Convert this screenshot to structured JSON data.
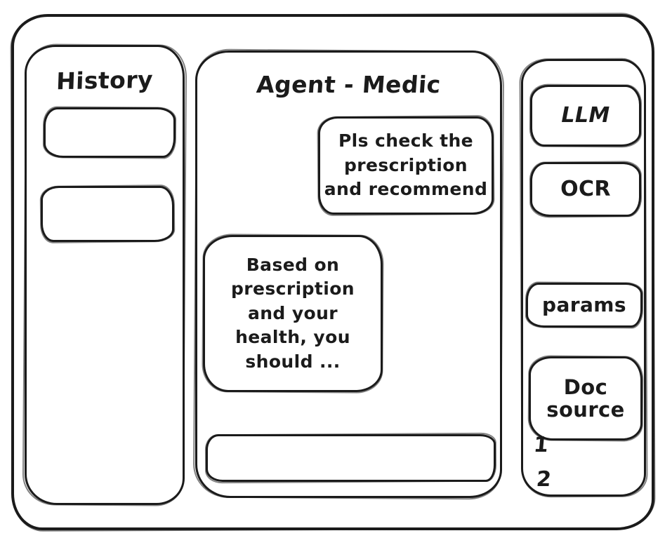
{
  "app": {
    "title": "Agent - Medic"
  },
  "history_panel": {
    "title": "History",
    "items": [
      "",
      ""
    ]
  },
  "chat": {
    "user_message": "Pls check the\nprescription\nand recommend",
    "assistant_message": "Based on\nprescription\nand your\nhealth, you\nshould ...",
    "input_value": "",
    "input_placeholder": ""
  },
  "tools_panel": {
    "llm_label": "LLM",
    "ocr_label": "OCR",
    "params_label": "params",
    "doc_source_label": "Doc source",
    "doc_items": [
      "1",
      "2"
    ]
  },
  "colors": {
    "ink": "#1b1b1b",
    "background": "#ffffff"
  }
}
